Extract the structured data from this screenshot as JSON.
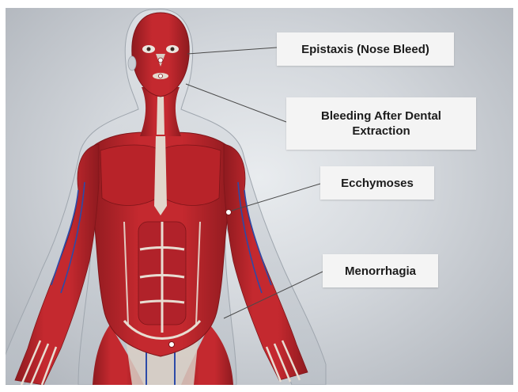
{
  "callouts": {
    "epistaxis": "Epistaxis (Nose Bleed)",
    "dental_line1": "Bleeding After Dental",
    "dental_line2": "Extraction",
    "ecchymoses": "Ecchymoses",
    "menorrhagia": "Menorrhagia"
  },
  "colors": {
    "muscle": "#b8232a",
    "muscle_dark": "#8e1a1f",
    "tendon": "#e8ddd2",
    "skin_shell": "#c9ced4",
    "vein": "#2c4aa8",
    "callout_bg": "#f4f4f4"
  }
}
